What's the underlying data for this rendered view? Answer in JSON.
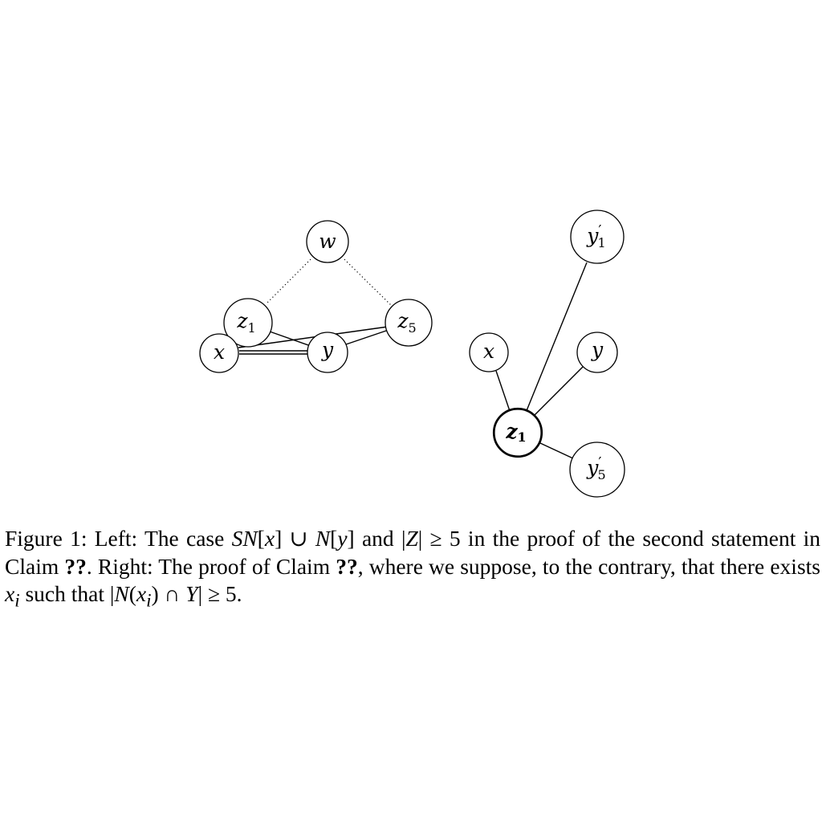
{
  "left_diagram": {
    "nodes": {
      "w": "w",
      "z1": "z",
      "z1_sub": "1",
      "z5": "z",
      "z5_sub": "5",
      "x": "x",
      "y": "y"
    }
  },
  "right_diagram": {
    "nodes": {
      "y1p": "y",
      "y1p_prime": "′",
      "y1p_sub": "1",
      "x": "x",
      "y": "y",
      "z": "z",
      "z_sub": "1",
      "y5p": "y",
      "y5p_prime": "′",
      "y5p_sub": "5"
    }
  },
  "caption": {
    "label": "Figure 1:",
    "p1": "Left: The case ",
    "m1": "SN",
    "p2": "[",
    "m2": "x",
    "p3": "] ∪ ",
    "m3": "N",
    "p4": "[",
    "m4": "y",
    "p5": "] and |",
    "m5": "Z",
    "p6": "| ≥ 5 in the proof of the second statement in Claim ",
    "ref1": "??",
    "p7": ". Right: The proof of Claim ",
    "ref2": "??",
    "p8": ", where we suppose, to the contrary, that there exists ",
    "m6": "x",
    "m6_sub": "i",
    "p9": " such that |",
    "m7": "N",
    "p10": "(",
    "m8": "x",
    "m8_sub": "i",
    "p11": ") ∩ ",
    "m9": "Y",
    "p12": "| ≥ 5."
  }
}
